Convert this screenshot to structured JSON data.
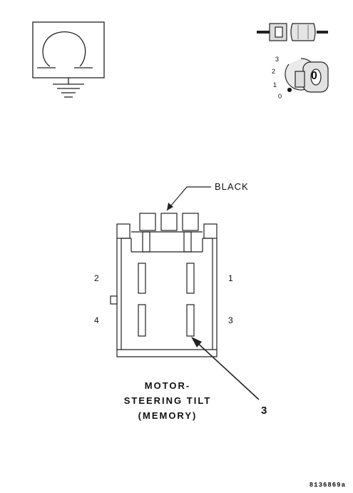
{
  "ignition_switch": {
    "positions": [
      "3",
      "2",
      "1",
      "0"
    ],
    "key_label": "0"
  },
  "connector": {
    "color_label": "BLACK",
    "pins": {
      "p1": "1",
      "p2": "2",
      "p3": "3",
      "p4": "4"
    }
  },
  "title": {
    "line1": "MOTOR-",
    "line2": "STEERING TILT",
    "line3": "(MEMORY)"
  },
  "callout": "3",
  "figure_code": "8136869a"
}
